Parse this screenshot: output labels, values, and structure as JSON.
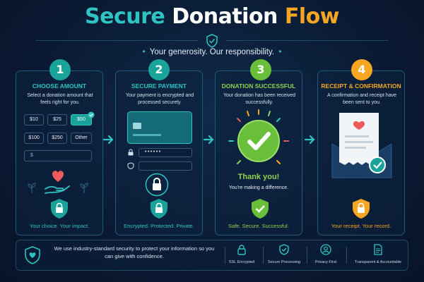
{
  "header": {
    "title_part1": "Secure",
    "title_part2": "Donation",
    "title_part3": "Flow",
    "subtitle": "Your generosity. Our responsibility."
  },
  "steps": [
    {
      "number": "1",
      "title": "CHOOSE AMOUNT",
      "description": "Select a donation amount that feels right for you.",
      "footer": "Your choice. Your impact.",
      "accent": "#1aa39a",
      "amounts": [
        "$10",
        "$25",
        "$50",
        "$100",
        "$250",
        "Other"
      ],
      "custom_amount_placeholder": "$"
    },
    {
      "number": "2",
      "title": "SECURE PAYMENT",
      "description": "Your payment is encrypted and processed securely.",
      "footer": "Encrypted. Protected. Private.",
      "accent": "#1aa39a",
      "password_mask": "••••••"
    },
    {
      "number": "3",
      "title": "DONATION SUCCESSFUL",
      "description": "Your donation has been received successfully.",
      "footer": "Safe. Secure. Successful.",
      "accent": "#6abf3a",
      "thank_you": "Thank you!",
      "thank_you_sub": "You're making a difference."
    },
    {
      "number": "4",
      "title": "RECEIPT & CONFIRMATION",
      "description": "A confirmation and receipt have been sent to you.",
      "footer": "Your receipt. Your record.",
      "accent": "#f6a623"
    }
  ],
  "bottom": {
    "message": "We use industry-standard security to protect your information so you can give with confidence.",
    "features": [
      {
        "label": "SSL Encrypted",
        "icon": "lock-icon"
      },
      {
        "label": "Secure Processing",
        "icon": "shield-check-icon"
      },
      {
        "label": "Privacy First",
        "icon": "user-icon"
      },
      {
        "label": "Transparent & Accountable",
        "icon": "document-icon"
      }
    ]
  }
}
